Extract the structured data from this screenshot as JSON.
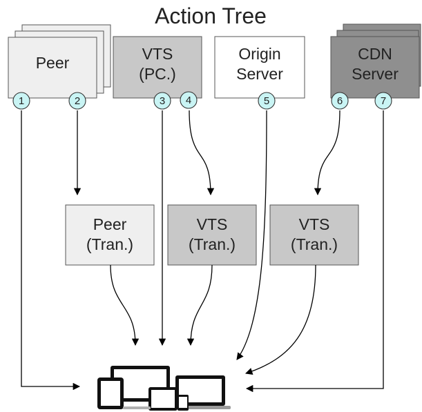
{
  "title": "Action Tree",
  "sources": [
    {
      "id": "peer",
      "lines": [
        "Peer"
      ]
    },
    {
      "id": "vts",
      "lines": [
        "VTS",
        "(PC.)"
      ]
    },
    {
      "id": "origin",
      "lines": [
        "Origin",
        "Server"
      ]
    },
    {
      "id": "cdn",
      "lines": [
        "CDN",
        "Server"
      ]
    }
  ],
  "transforms": [
    {
      "id": "peer-tran",
      "lines": [
        "Peer",
        "(Tran.)"
      ]
    },
    {
      "id": "vts-tran-a",
      "lines": [
        "VTS",
        "(Tran.)"
      ]
    },
    {
      "id": "vts-tran-b",
      "lines": [
        "VTS",
        "(Tran.)"
      ]
    }
  ],
  "actions": [
    "1",
    "2",
    "3",
    "4",
    "5",
    "6",
    "7"
  ],
  "colors": {
    "peer": "#efefef",
    "vts": "#c8c8c8",
    "origin": "#ffffff",
    "cdn": "#8f8f8f",
    "badge": "#c9f4f4"
  },
  "icons": [
    "devices-icon"
  ]
}
